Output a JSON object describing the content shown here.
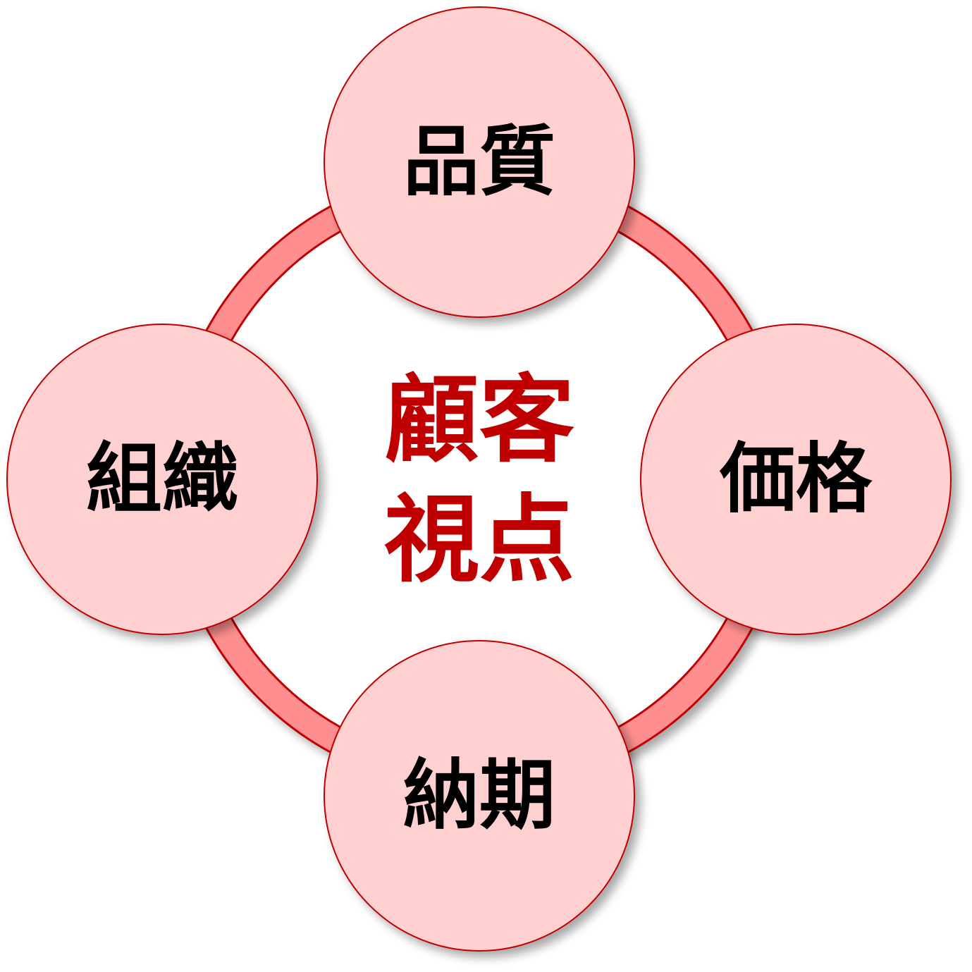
{
  "center": {
    "line1": "顧客",
    "line2": "視点"
  },
  "nodes": [
    {
      "label": "品質"
    },
    {
      "label": "価格"
    },
    {
      "label": "納期"
    },
    {
      "label": "組織"
    }
  ],
  "colors": {
    "ring_fill": "#ff8f8f",
    "stroke": "#c00000",
    "node_fill": "#ffd0d0",
    "center_text": "#c00000",
    "label_text": "#000000"
  }
}
